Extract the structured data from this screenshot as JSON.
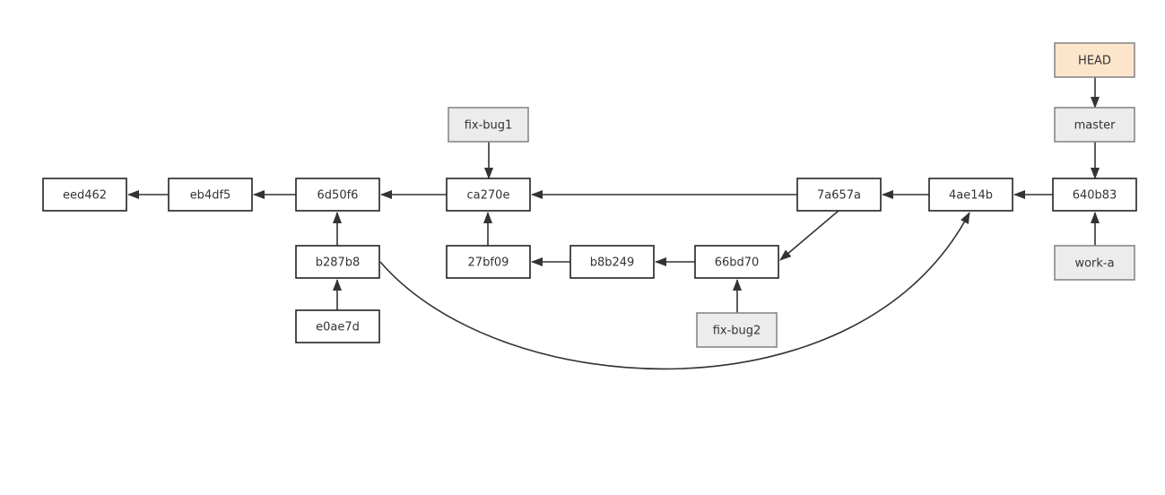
{
  "colors": {
    "edge": "#333333",
    "commit_fill": "#ffffff",
    "commit_stroke": "#222222",
    "ref_fill": "#ececec",
    "ref_stroke": "#888888",
    "head_fill": "#fde5cc",
    "head_stroke": "#888888",
    "text": "#333333"
  },
  "commits": [
    {
      "id": "eed462",
      "label": "eed462"
    },
    {
      "id": "eb4df5",
      "label": "eb4df5"
    },
    {
      "id": "6d50f6",
      "label": "6d50f6"
    },
    {
      "id": "ca270e",
      "label": "ca270e"
    },
    {
      "id": "7a657a",
      "label": "7a657a"
    },
    {
      "id": "4ae14b",
      "label": "4ae14b"
    },
    {
      "id": "640b83",
      "label": "640b83"
    },
    {
      "id": "b287b8",
      "label": "b287b8"
    },
    {
      "id": "e0ae7d",
      "label": "e0ae7d"
    },
    {
      "id": "27bf09",
      "label": "27bf09"
    },
    {
      "id": "b8b249",
      "label": "b8b249"
    },
    {
      "id": "66bd70",
      "label": "66bd70"
    }
  ],
  "refs": [
    {
      "id": "head",
      "label": "HEAD",
      "kind": "head"
    },
    {
      "id": "master",
      "label": "master",
      "kind": "branch"
    },
    {
      "id": "fix-bug1",
      "label": "fix-bug1",
      "kind": "branch"
    },
    {
      "id": "fix-bug2",
      "label": "fix-bug2",
      "kind": "branch"
    },
    {
      "id": "work-a",
      "label": "work-a",
      "kind": "branch"
    }
  ],
  "edges": [
    {
      "from": "eb4df5",
      "to": "eed462"
    },
    {
      "from": "6d50f6",
      "to": "eb4df5"
    },
    {
      "from": "ca270e",
      "to": "6d50f6"
    },
    {
      "from": "7a657a",
      "to": "ca270e"
    },
    {
      "from": "4ae14b",
      "to": "7a657a"
    },
    {
      "from": "640b83",
      "to": "4ae14b"
    },
    {
      "from": "b287b8",
      "to": "6d50f6"
    },
    {
      "from": "e0ae7d",
      "to": "b287b8"
    },
    {
      "from": "27bf09",
      "to": "ca270e"
    },
    {
      "from": "b8b249",
      "to": "27bf09"
    },
    {
      "from": "66bd70",
      "to": "b8b249"
    },
    {
      "from": "7a657a",
      "to": "66bd70"
    },
    {
      "from": "b287b8",
      "to": "4ae14b"
    },
    {
      "from": "head",
      "to": "master"
    },
    {
      "from": "master",
      "to": "640b83"
    },
    {
      "from": "fix-bug1",
      "to": "ca270e"
    },
    {
      "from": "fix-bug2",
      "to": "66bd70"
    },
    {
      "from": "work-a",
      "to": "640b83"
    }
  ]
}
